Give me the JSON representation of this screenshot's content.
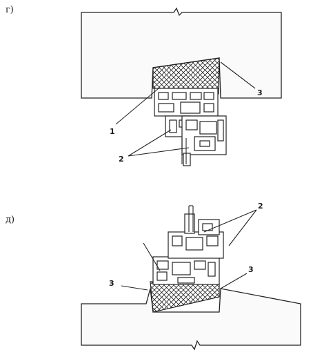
{
  "figure_g": {
    "label": "г)",
    "callouts": {
      "a": "1",
      "b": "2",
      "c": "3"
    }
  },
  "figure_d": {
    "label": "д)",
    "callouts": {
      "a": "2",
      "b": "3",
      "c": "3"
    }
  }
}
